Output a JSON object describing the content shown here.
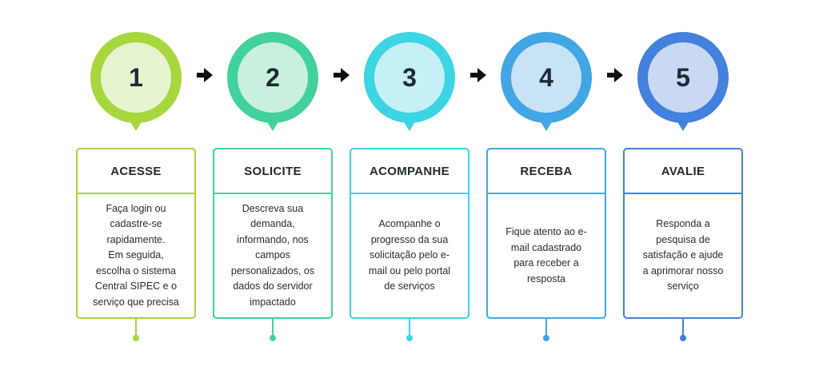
{
  "steps": [
    {
      "number": "1",
      "title": "ACESSE",
      "lines": [
        "Faça login ou",
        "cadastre-se",
        "rapidamente.",
        "Em seguida,",
        "escolha o sistema",
        "Central SIPEC e o",
        "serviço que precisa"
      ],
      "outer_color": "#a7d63f",
      "inner_color": "#e6f4d0"
    },
    {
      "number": "2",
      "title": "SOLICITE",
      "lines": [
        "Descreva sua",
        "demanda,",
        "informando, nos",
        "campos",
        "personalizados, os",
        "dados do servidor",
        "impactado"
      ],
      "outer_color": "#43d19b",
      "inner_color": "#c9efdf"
    },
    {
      "number": "3",
      "title": "ACOMPANHE",
      "lines": [
        "Acompanhe o",
        "progresso da sua",
        "solicitação pelo e-",
        "mail ou pelo portal",
        "de serviços"
      ],
      "outer_color": "#3dd4e3",
      "inner_color": "#c5f0f5"
    },
    {
      "number": "4",
      "title": "RECEBA",
      "lines": [
        "Fique atento ao e-",
        "mail cadastrado",
        "para receber a",
        "resposta"
      ],
      "outer_color": "#42a6e4",
      "inner_color": "#c8e3f6"
    },
    {
      "number": "5",
      "title": "AVALIE",
      "lines": [
        "Responda a",
        "pesquisa de",
        "satisfação e ajude",
        "a aprimorar nosso",
        "serviço"
      ],
      "outer_color": "#4480dd",
      "inner_color": "#c9d9f3"
    }
  ],
  "arrow_icon": "arrow-right-icon",
  "arrow_color": "#111111"
}
